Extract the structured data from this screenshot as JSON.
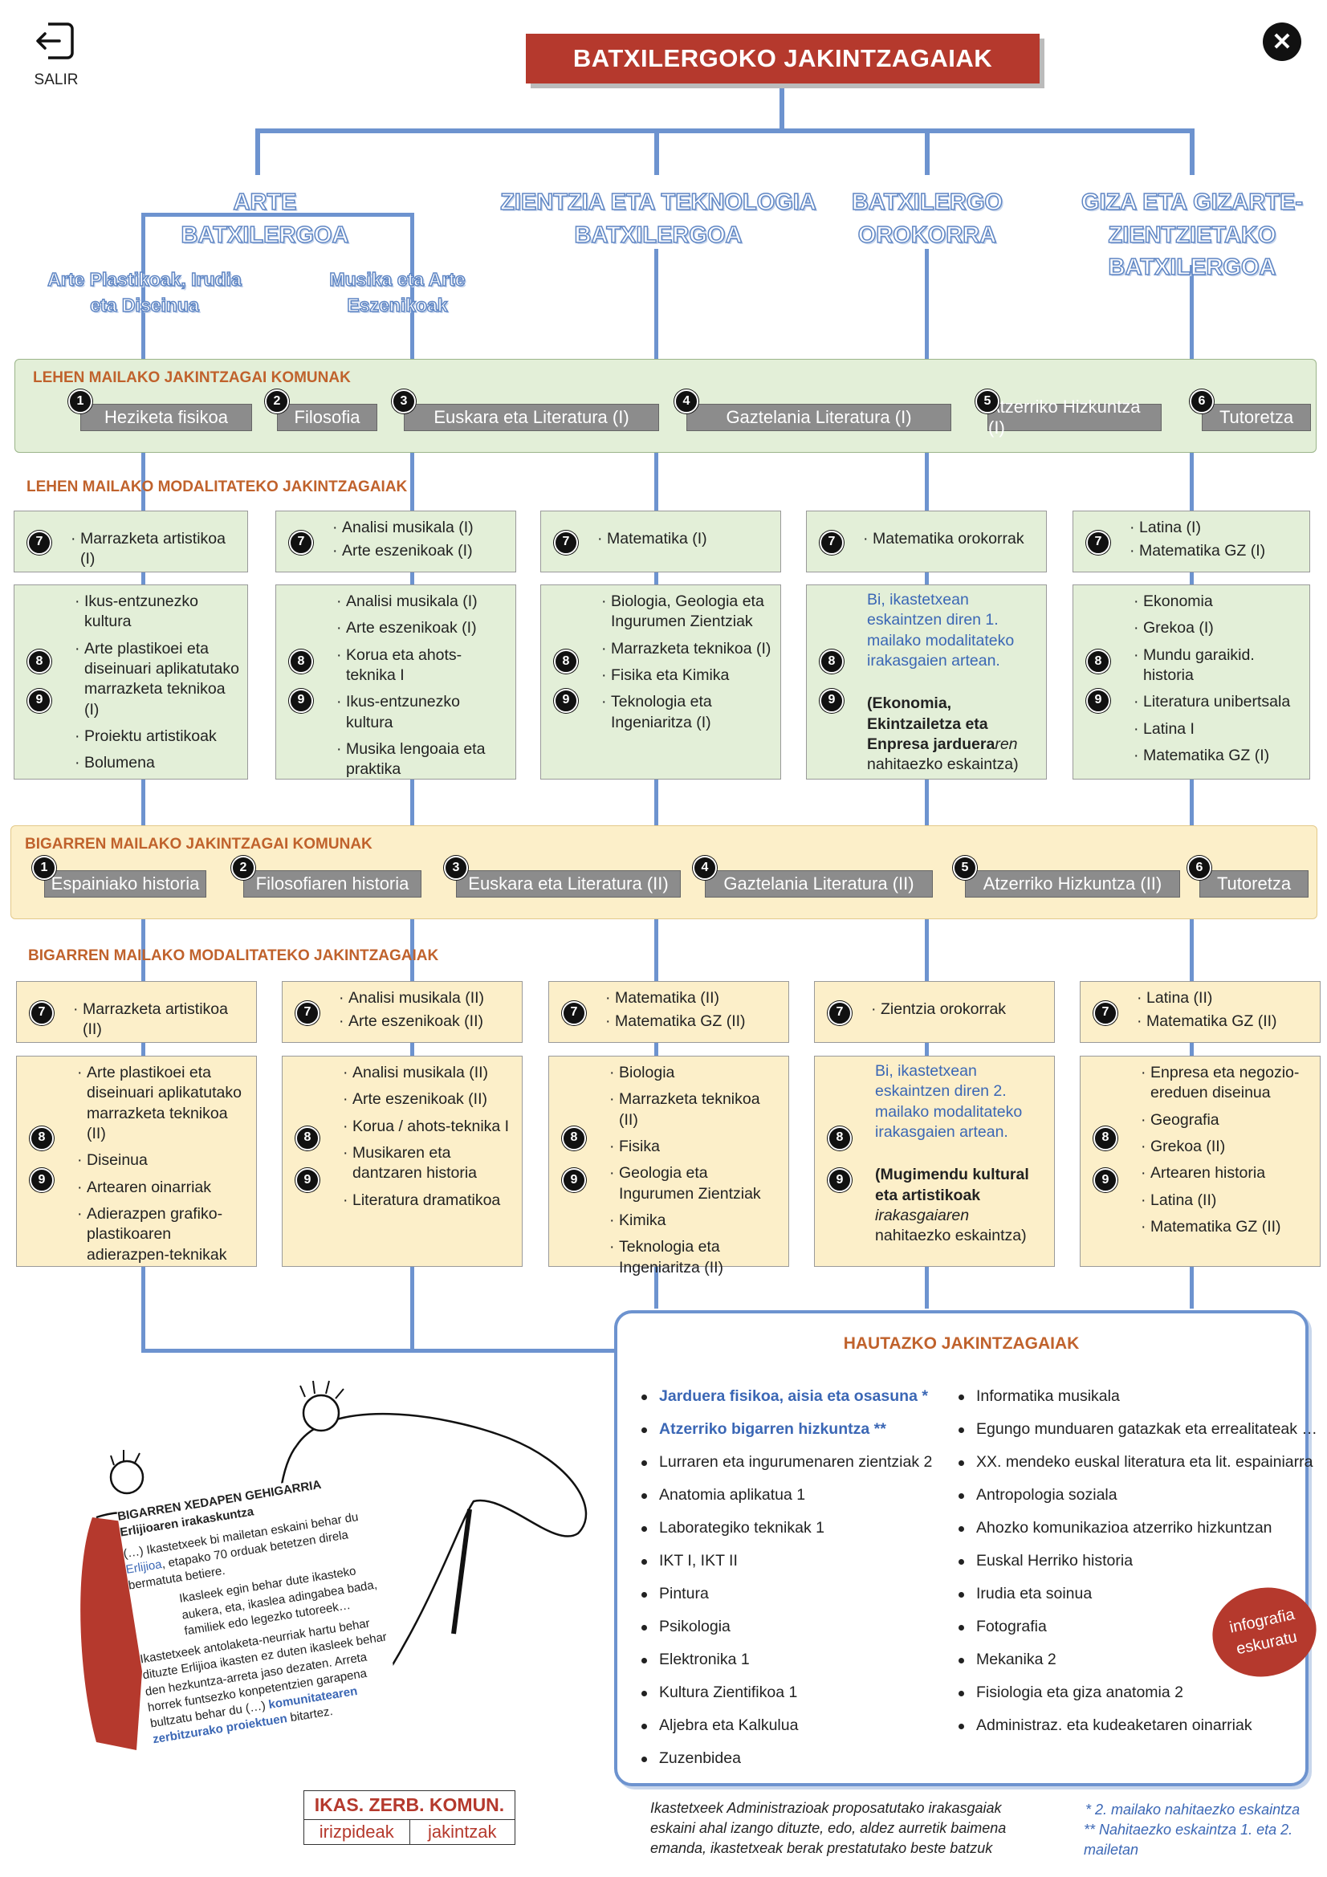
{
  "header": {
    "exit_label": "SALIR",
    "title": "BATXILERGOKO JAKINTZAGAIAK"
  },
  "branches": {
    "arte": "ARTE BATXILERGOA",
    "arte_sub1": "Arte Plastikoak, Irudia eta Diseinua",
    "arte_sub2": "Musika eta Arte Eszenikoak",
    "zientzia": "ZIENTZIA ETA TEKNOLOGIA BATXILERGOA",
    "orokorra": "BATXILERGO OROKORRA",
    "giza": "GIZA ETA GIZARTE-ZIENTZIETAKO BATXILERGOA"
  },
  "first_common": {
    "title": "LEHEN MAILAKO JAKINTZAGAI KOMUNAK",
    "items": [
      {
        "num": "1",
        "label": "Heziketa fisikoa"
      },
      {
        "num": "2",
        "label": "Filosofia"
      },
      {
        "num": "3",
        "label": "Euskara eta Literatura (I)"
      },
      {
        "num": "4",
        "label": "Gaztelania Literatura (I)"
      },
      {
        "num": "5",
        "label": "Atzerriko Hizkuntza (I)"
      },
      {
        "num": "6",
        "label": "Tutoretza"
      }
    ]
  },
  "first_modal": {
    "title": "LEHEN MAILAKO MODALITATEKO JAKINTZAGAIAK",
    "row7": [
      [
        "Marrazketa artistikoa (I)"
      ],
      [
        "Analisi musikala (I)",
        "Arte eszenikoak (I)"
      ],
      [
        "Matematika (I)"
      ],
      [
        "Matematika orokorrak"
      ],
      [
        "Latina (I)",
        "Matematika GZ (I)"
      ]
    ],
    "row89": [
      [
        "Ikus-entzunezko kultura",
        "Arte plastikoei eta diseinuari aplikatutako marrazketa teknikoa (I)",
        "Proiektu artistikoak",
        "Bolumena"
      ],
      [
        "Analisi musikala (I)",
        "Arte eszenikoak (I)",
        "Korua eta ahots-teknika I",
        "Ikus-entzunezko kultura",
        "Musika lengoaia eta praktika"
      ],
      [
        "Biologia, Geologia eta Ingurumen Zientziak",
        "Marrazketa teknikoa (I)",
        "Fisika eta Kimika",
        "Teknologia eta Ingeniaritza (I)"
      ],
      [],
      [
        "Ekonomia",
        "Grekoa (I)",
        "Mundu garaikid. historia",
        "Literatura unibertsala",
        "Latina I",
        "Matematika GZ (I)"
      ]
    ],
    "orokorra_note": "Bi, ikastetxean eskaintzen diren 1. mailako modalitateko irakasgaien artean.",
    "orokorra_bold": "(Ekonomia, Ekintzailetza eta Enpresa jarduera",
    "orokorra_italic": "ren",
    "orokorra_tail": " nahitaezko eskaintza)"
  },
  "second_common": {
    "title": "BIGARREN MAILAKO JAKINTZAGAI KOMUNAK",
    "items": [
      {
        "num": "1",
        "label": "Espainiako historia"
      },
      {
        "num": "2",
        "label": "Filosofiaren historia"
      },
      {
        "num": "3",
        "label": "Euskara eta Literatura (II)"
      },
      {
        "num": "4",
        "label": "Gaztelania Literatura (II)"
      },
      {
        "num": "5",
        "label": "Atzerriko Hizkuntza (II)"
      },
      {
        "num": "6",
        "label": "Tutoretza"
      }
    ]
  },
  "second_modal": {
    "title": "BIGARREN MAILAKO MODALITATEKO JAKINTZAGAIAK",
    "row7": [
      [
        "Marrazketa artistikoa (II)"
      ],
      [
        "Analisi musikala (II)",
        "Arte eszenikoak (II)"
      ],
      [
        "Matematika (II)",
        "Matematika GZ (II)"
      ],
      [
        "Zientzia orokorrak"
      ],
      [
        "Latina (II)",
        "Matematika GZ (II)"
      ]
    ],
    "row89": [
      [
        "Arte plastikoei eta diseinuari aplikatutako marrazketa teknikoa (II)",
        "Diseinua",
        "Artearen oinarriak",
        "Adierazpen grafiko-plastikoaren adierazpen-teknikak"
      ],
      [
        "Analisi musikala (II)",
        "Arte eszenikoak (II)",
        "Korua / ahots-teknika I",
        "Musikaren eta dantzaren historia",
        "Literatura dramatikoa"
      ],
      [
        "Biologia",
        "Marrazketa teknikoa (II)",
        "Fisika",
        "Geologia eta Ingurumen Zientziak",
        "Kimika",
        "Teknologia eta Ingeniaritza (II)"
      ],
      [],
      [
        "Enpresa eta negozio-ereduen diseinua",
        "Geografia",
        "Grekoa (II)",
        "Artearen historia",
        "Latina (II)",
        "Matematika GZ (II)"
      ]
    ],
    "orokorra_note": "Bi, ikastetxean eskaintzen diren 2. mailako modalitateko irakasgaien artean.",
    "orokorra_bold": "(Mugimendu kultural eta artistikoak",
    "orokorra_italic": " irakasgaiaren",
    "orokorra_tail": " nahitaezko eskaintza)"
  },
  "numbers": {
    "n7": "7",
    "n8": "8",
    "n9": "9"
  },
  "hautazko": {
    "title": "HAUTAZKO JAKINTZAGAIAK",
    "left": [
      "Jarduera fisikoa, aisia eta osasuna *",
      "Atzerriko bigarren hizkuntza **",
      "Lurraren eta ingurumenaren zientziak 2",
      "Anatomia aplikatua 1",
      "Laborategiko teknikak 1",
      "IKT I, IKT II",
      "Pintura",
      "Psikologia",
      "Elektronika 1",
      "Kultura Zientifikoa 1",
      "Aljebra eta Kalkulua",
      "Zuzenbidea"
    ],
    "right": [
      "Informatika musikala",
      "Egungo munduaren gatazkak eta errealitateak …",
      "XX. mendeko euskal literatura eta lit. espainiarra",
      "Antropologia soziala",
      "Ahozko komunikazioa atzerriko hizkuntzan",
      "Euskal Herriko historia",
      "Irudia eta soinua",
      "Fotografia",
      "Mekanika 2",
      "Fisiologia eta giza anatomia 2",
      "Administraz. eta kudeaketaren oinarriak"
    ]
  },
  "badge": {
    "line1": "infografia",
    "line2": "eskuratu"
  },
  "paper": {
    "title1": "BIGARREN XEDAPEN GEHIGARRIA",
    "title2": "Erlijioaren irakaskuntza",
    "p1a": "(…) Ikastetxeek bi mailetan eskaini behar du ",
    "p1b": "Erlijioa",
    "p1c": ", etapako 70 orduak betetzen direla bermatuta betiere.",
    "p2": "Ikasleek egin behar dute ikasteko aukera, eta, ikaslea adingabea bada, familiek edo legezko tutoreek…",
    "p3a": "Ikastetxeek antolaketa-neurriak hartu behar dituzte Erlijioa ikasten ez duten ikasleek behar den hezkuntza-arreta jaso dezaten. Arreta horrek funtsezko konpetentzien garapena bultzatu behar du (…) ",
    "p3b": "komunitatearen zerbitzurako proiektuen",
    "p3c": " bitartez."
  },
  "ikas": {
    "title": "IKAS. ZERB. KOMUN.",
    "left": "irizpideak",
    "right": "jakintzak"
  },
  "footer": {
    "note": "Ikastetxeek Administrazioak proposatutako irakasgaiak eskaini ahal izango dituzte, edo, aldez aurretik baimena emanda, ikastetxeak berak prestatutako beste batzuk",
    "star1": "* 2. mailako nahitaezko eskaintza",
    "star2": "** Nahitaezko eskaintza 1. eta 2. mailetan"
  },
  "colors": {
    "accent": "#b5392d",
    "connector": "#6d93cf",
    "green": "#e3efd8",
    "yellow": "#fcefc9"
  }
}
